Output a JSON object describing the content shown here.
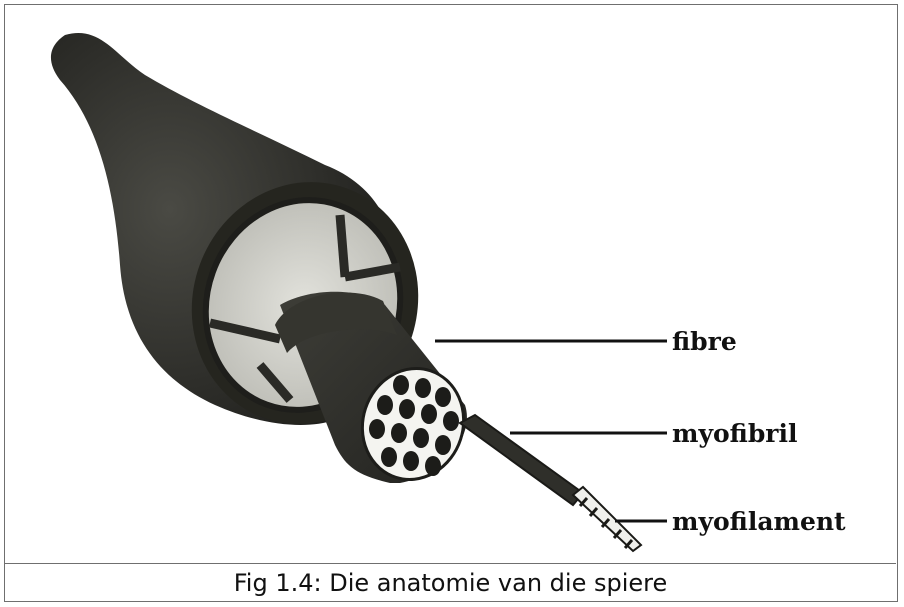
{
  "figure": {
    "caption": "Fig 1.4: Die anatomie van die spiere",
    "labels": {
      "fibre": "fibre",
      "myofibril": "myofibril",
      "myofilament": "myofilament"
    },
    "colors": {
      "muscle_dark": "#2a2a26",
      "muscle_mid": "#3b3b35",
      "cross_section": "#cfcfc9",
      "pointer_line": "#111111",
      "border": "#6f6f6f"
    }
  }
}
